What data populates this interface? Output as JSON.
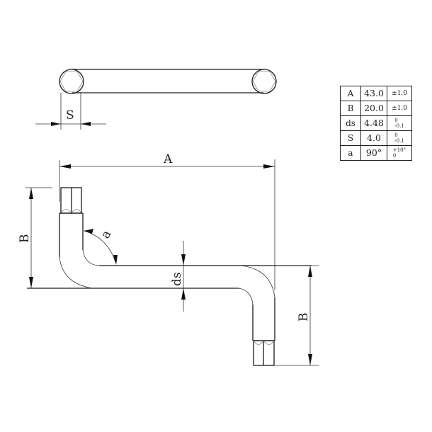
{
  "drawing": {
    "top_view": {
      "dimension_label": "S"
    },
    "side_view": {
      "length_label": "A",
      "left_height_label": "B",
      "right_height_label": "B",
      "diameter_label": "ds",
      "angle_label": "a"
    }
  },
  "spec_table": {
    "rows": [
      {
        "param": "A",
        "value": "43.0",
        "tol": "±1.0",
        "tol_upper": "",
        "tol_lower": ""
      },
      {
        "param": "B",
        "value": "20.0",
        "tol": "±1.0",
        "tol_upper": "",
        "tol_lower": ""
      },
      {
        "param": "ds",
        "value": "4.48",
        "tol": "",
        "tol_upper": "0",
        "tol_lower": "-0.1"
      },
      {
        "param": "S",
        "value": "4.0",
        "tol": "",
        "tol_upper": "0",
        "tol_lower": "-0.1"
      },
      {
        "param": "a",
        "value": "90°",
        "tol": "",
        "tol_upper": "+10°",
        "tol_lower": "0"
      }
    ]
  }
}
